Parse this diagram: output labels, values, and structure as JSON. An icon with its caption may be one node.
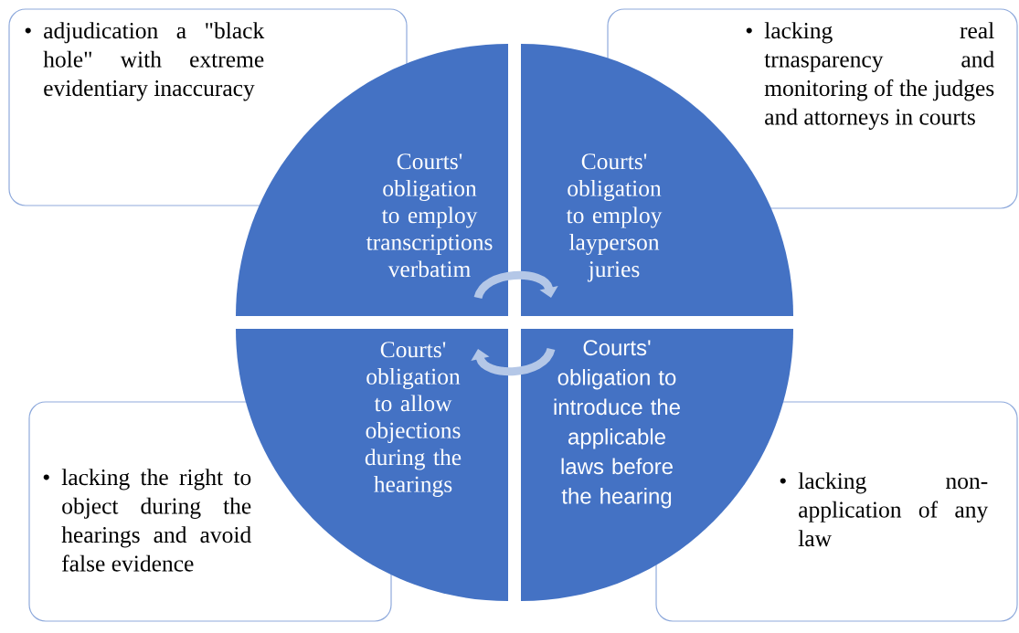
{
  "diagram": {
    "nodes": [
      {
        "text": [
          "adjudication a \"black hole\" with extreme evidentiary inaccuracy"
        ]
      },
      {
        "text": [
          "lacking real trnasparency and monitoring of the judges and attorneys in courts"
        ]
      },
      {
        "text": [
          "lacking the right to object during the hearings and avoid false evidence"
        ]
      },
      {
        "text": [
          "lacking non-application of any law"
        ]
      },
      {
        "text": [
          "Courts' obligation to employ transcriptions verbatim"
        ]
      },
      {
        "text": [
          "Courts' obligation to employ layperson juries"
        ]
      },
      {
        "text": [
          "Courts' obligation to allow objections during the hearings"
        ]
      },
      {
        "text": [
          "Courts' obligation to introduce the applicable laws before the hearing"
        ]
      }
    ],
    "edges": [
      {
        "from": 4,
        "to": 5,
        "arrow": "to"
      },
      {
        "from": 7,
        "to": 6,
        "arrow": "to"
      }
    ],
    "labels": [
      "•",
      "•",
      "•",
      "•"
    ]
  }
}
